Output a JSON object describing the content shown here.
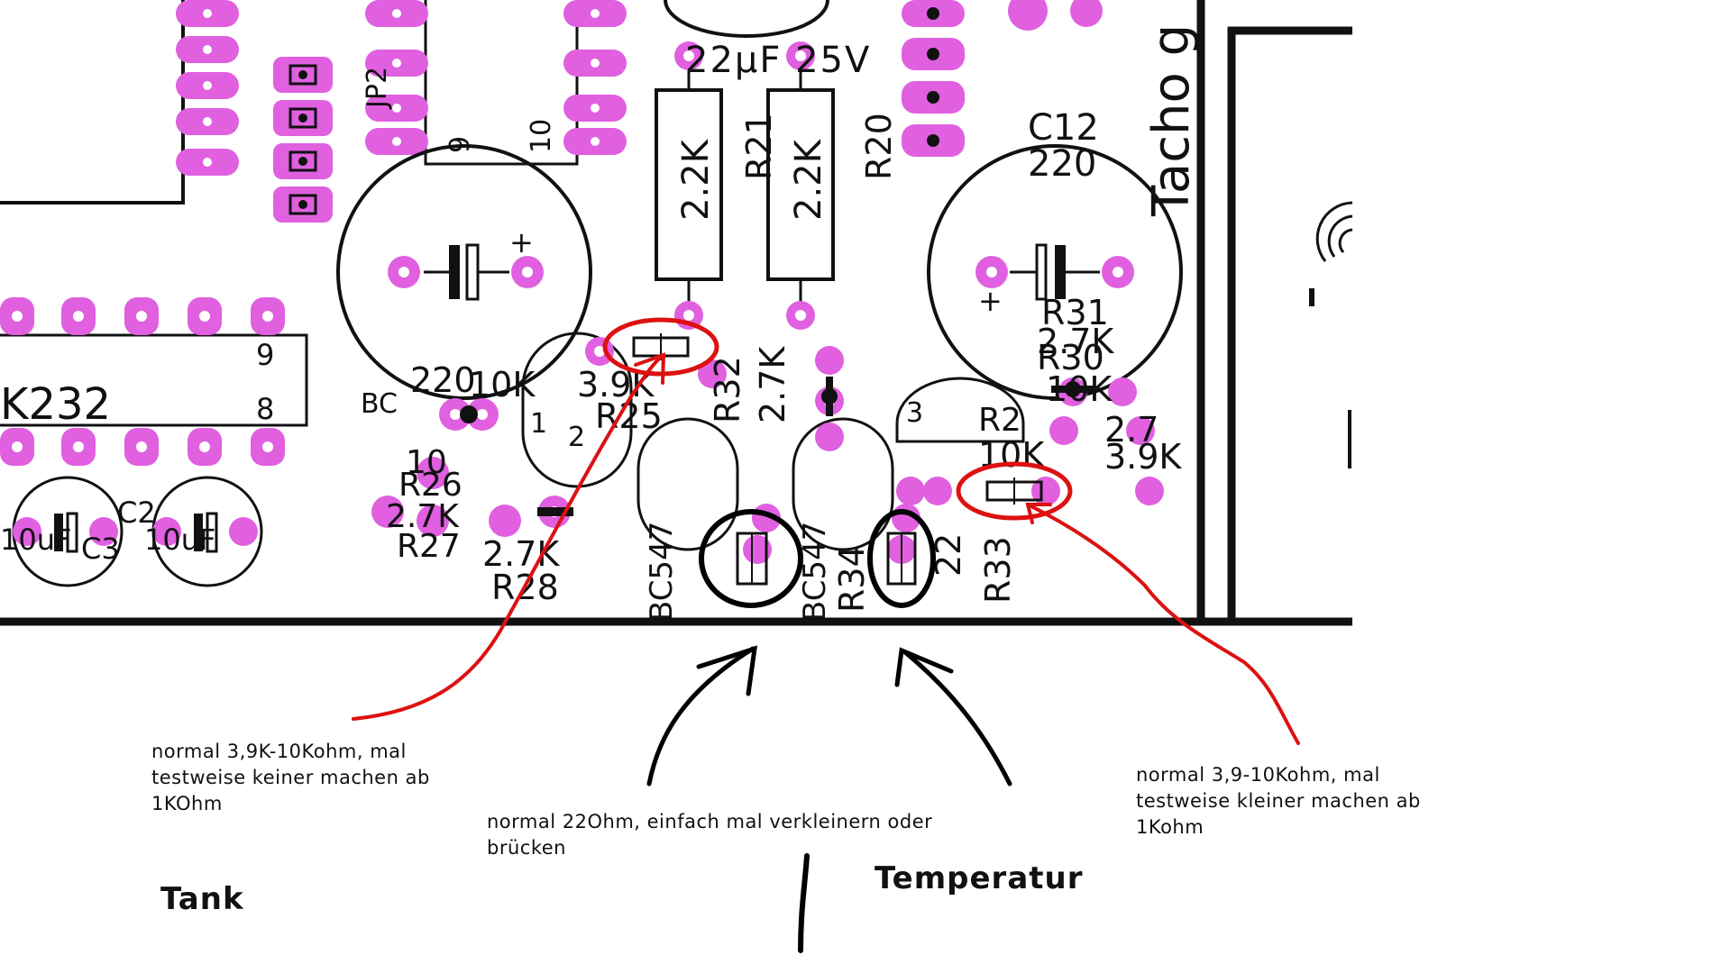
{
  "pcb": {
    "upper_labels": {
      "jp2": "JP2",
      "cap_top": "22µF 25V",
      "r21": "R21",
      "r20": "R20",
      "r21_val": "2.2K",
      "r20_val": "2.2K",
      "c12": "C12",
      "c12_val": "220",
      "tacho": "Tacho g",
      "pin9_top": "9",
      "pin10_top": "10",
      "pin9_left": "9",
      "pin8_left": "8",
      "ic_left": "K232"
    },
    "middle_labels": {
      "left_cluster": "220",
      "bc_label": "BC",
      "r10k_left": "10K",
      "r39": "3.9K",
      "r25": "R25",
      "r32": "R32",
      "r27k": "2.7K",
      "r31": "R31",
      "r31_val": "2.7K",
      "r30": "R30",
      "r30_val": "10K",
      "r2x": "R2",
      "r10k_right": "10K",
      "r39_right": "3.9K",
      "r27_right": "2.7",
      "q1": "1",
      "q2": "2",
      "q3": "3"
    },
    "lower_labels": {
      "r26_val": "10",
      "r26": "R26",
      "r26_27k": "2.7K",
      "r27": "R27",
      "r27_val": "2.7K",
      "r28": "R28",
      "c3": "C3",
      "c2": "C2",
      "cap_c2_val": "10uF",
      "cap_c3_val": "10uF",
      "bc547_a": "BC547",
      "bc547_b": "BC547",
      "r34": "R34",
      "val22": "22",
      "r33": "R33"
    }
  },
  "annotations": {
    "note_left": "normal 3,9K-10Kohm, mal\ntestweise keiner machen ab\n1KOhm",
    "note_center": "normal 22Ohm, einfach mal verkleinern oder\nbrücken",
    "note_right": "normal 3,9-10Kohm, mal\ntestweise kleiner machen ab\n1Kohm",
    "tank": "Tank",
    "temperatur": "Temperatur"
  },
  "colors": {
    "pad": "#e060e0",
    "silkscreen": "#111111",
    "highlight_red": "#dd1111",
    "highlight_black": "#000000",
    "background": "#ffffff"
  }
}
